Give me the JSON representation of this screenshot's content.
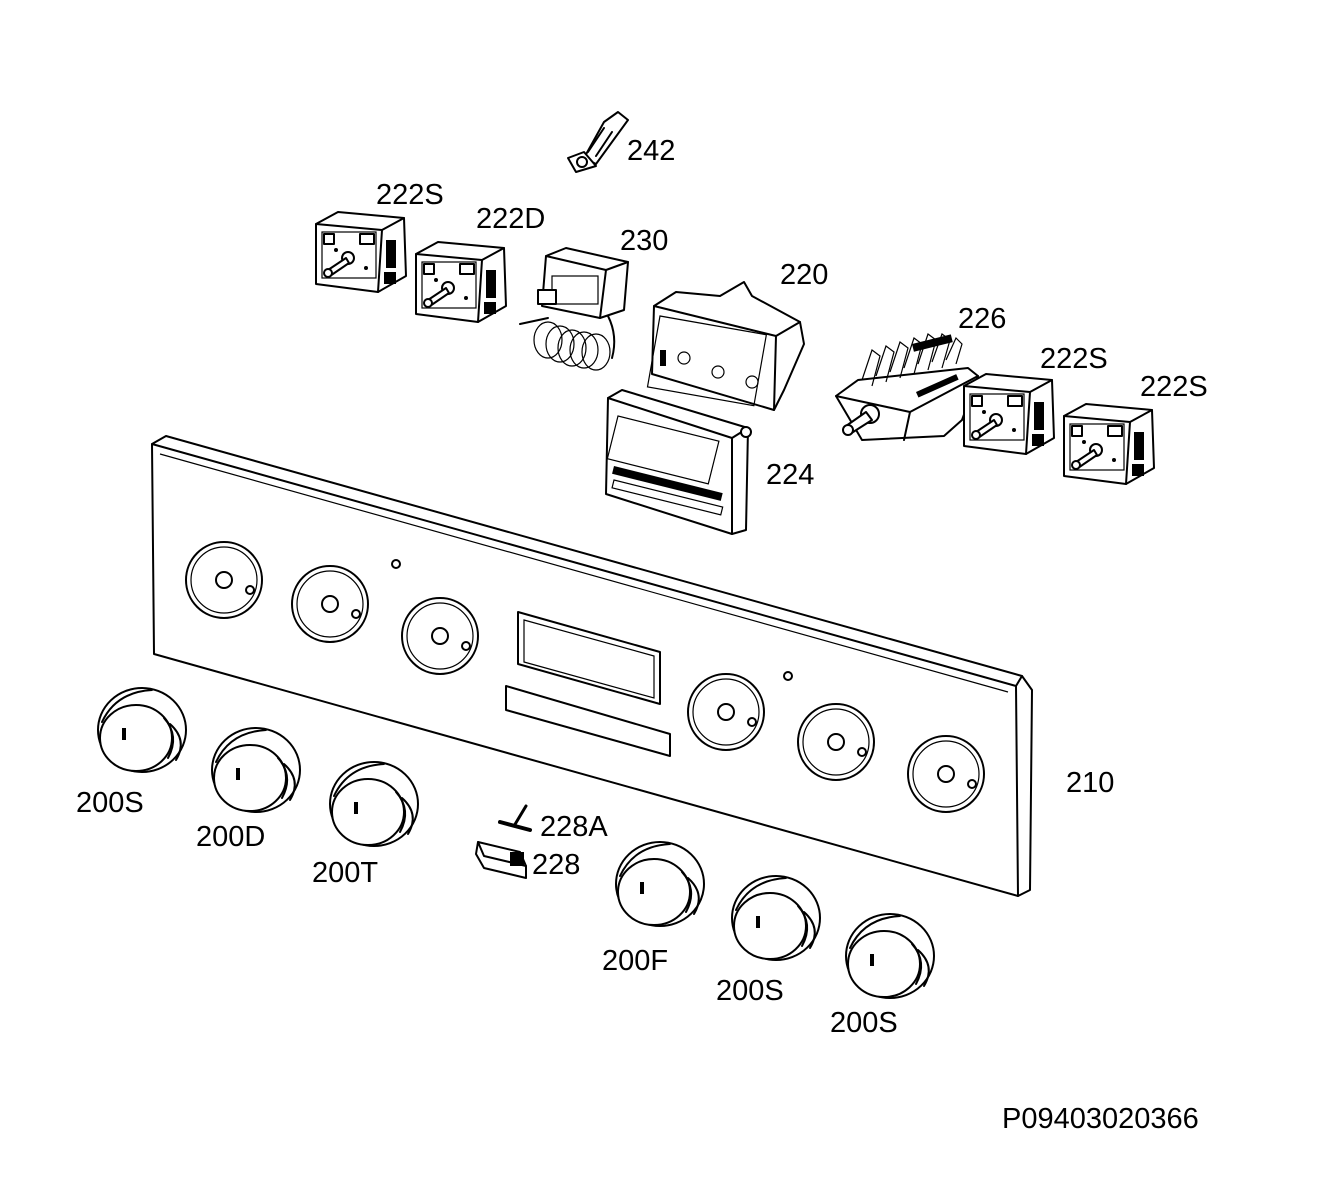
{
  "diagram": {
    "drawing_id": "P09403020366",
    "labels": {
      "l242": "242",
      "l222s_a": "222S",
      "l222d": "222D",
      "l230": "230",
      "l220": "220",
      "l226": "226",
      "l222s_b": "222S",
      "l222s_c": "222S",
      "l224": "224",
      "l210": "210",
      "l200s_a": "200S",
      "l200d": "200D",
      "l200t": "200T",
      "l228a": "228A",
      "l228": "228",
      "l200f": "200F",
      "l200s_b": "200S",
      "l200s_c": "200S"
    }
  }
}
